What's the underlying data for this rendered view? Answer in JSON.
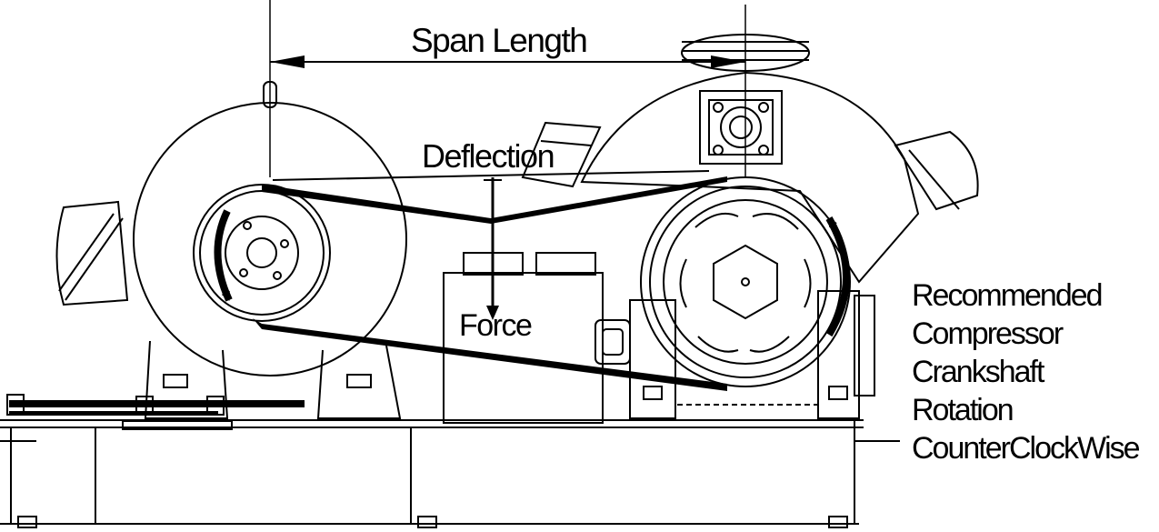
{
  "labels": {
    "span_length": "Span Length",
    "deflection": "Deflection",
    "force": "Force"
  },
  "rotation_note": {
    "lines": [
      "Recommended",
      "Compressor",
      "Crankshaft",
      "Rotation",
      "CounterClockWise"
    ]
  }
}
